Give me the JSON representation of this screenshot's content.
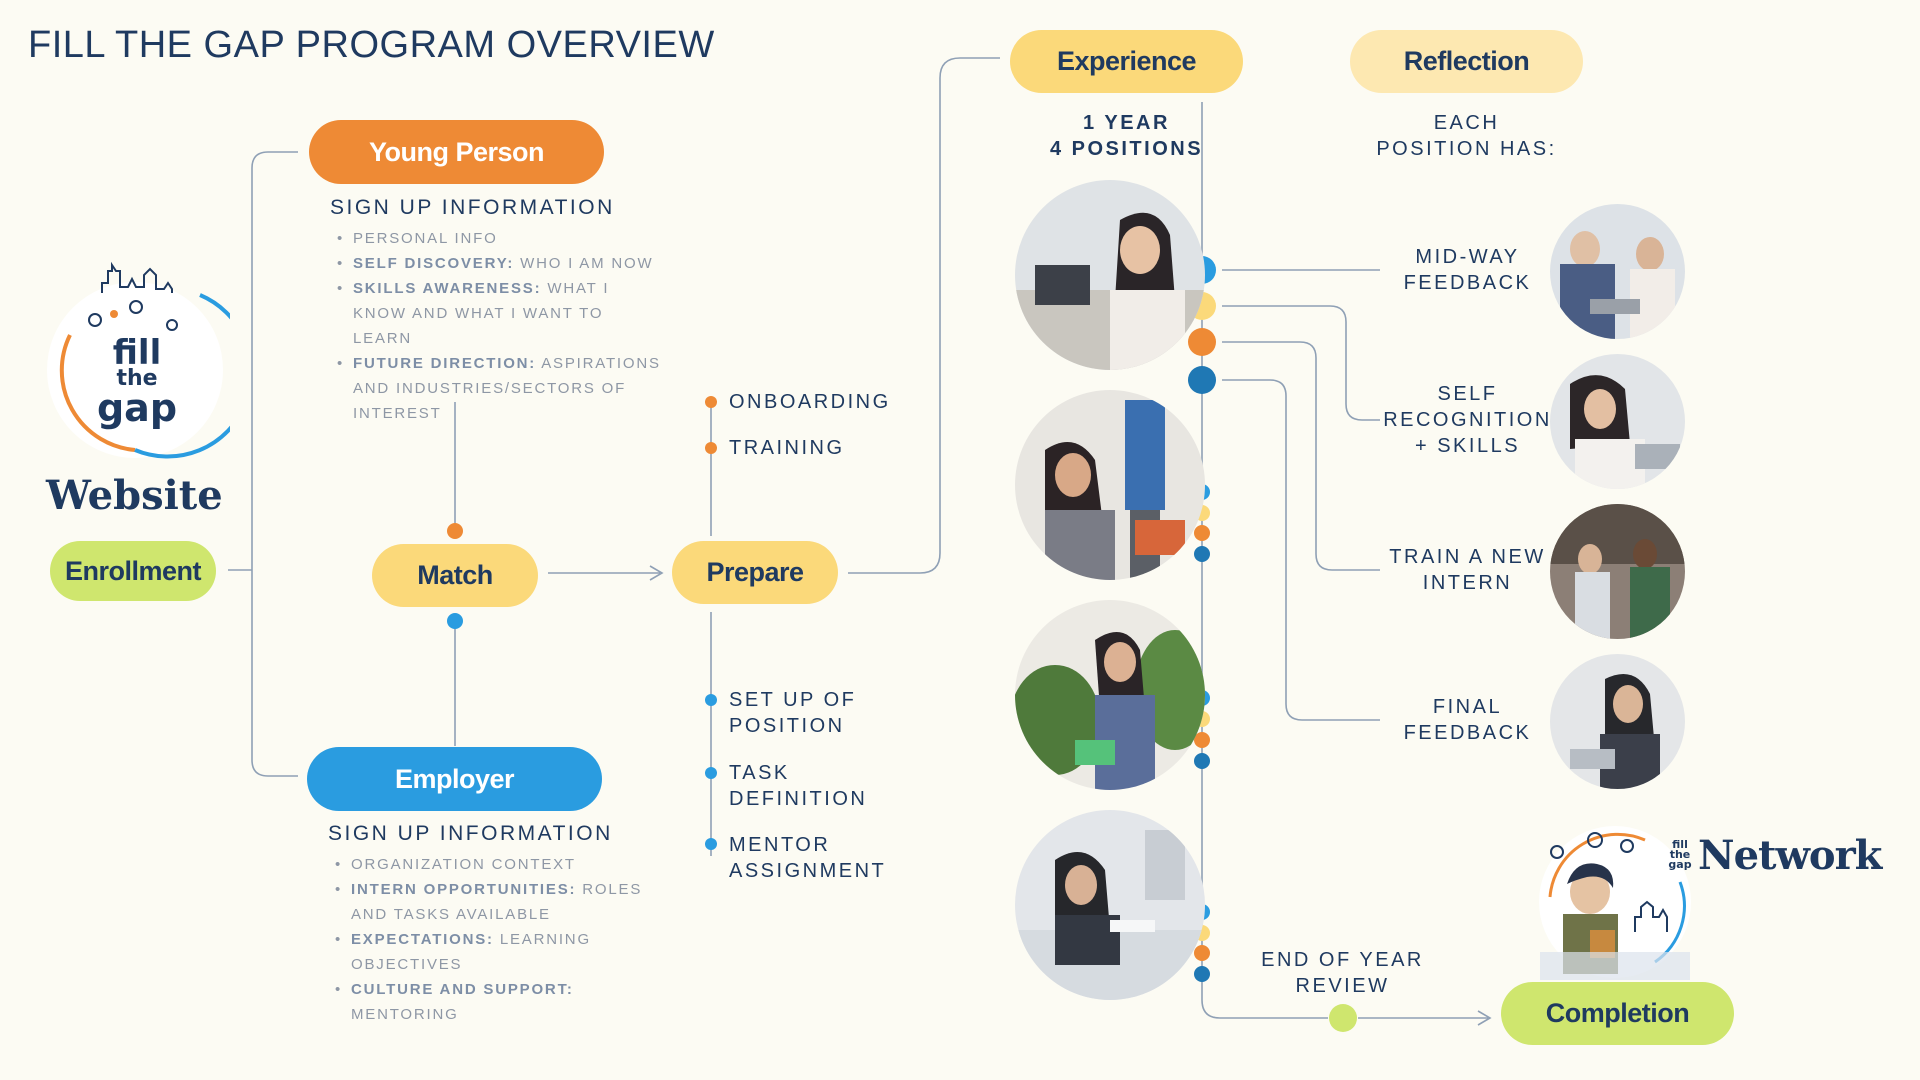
{
  "title": "FILL THE GAP PROGRAM OVERVIEW",
  "logo": {
    "text_line1": "fill",
    "text_line2": "the",
    "text_line3": "gap",
    "caption": "Website"
  },
  "network_logo": {
    "small_text": "fill the gap",
    "caption": "Network"
  },
  "nodes": {
    "enrollment": "Enrollment",
    "young_person": "Young Person",
    "employer": "Employer",
    "match": "Match",
    "prepare": "Prepare",
    "experience": "Experience",
    "reflection": "Reflection",
    "completion": "Completion"
  },
  "young_person_info": {
    "heading": "SIGN UP INFORMATION",
    "items": [
      {
        "bold": "",
        "text": "PERSONAL INFO"
      },
      {
        "bold": "SELF DISCOVERY:",
        "text": " WHO I AM NOW"
      },
      {
        "bold": "SKILLS AWARENESS:",
        "text": " WHAT I KNOW AND WHAT I WANT TO LEARN"
      },
      {
        "bold": "FUTURE DIRECTION:",
        "text": " ASPIRATIONS AND INDUSTRIES/SECTORS OF INTEREST"
      }
    ]
  },
  "employer_info": {
    "heading": "SIGN UP INFORMATION",
    "items": [
      {
        "bold": "",
        "text": "ORGANIZATION CONTEXT"
      },
      {
        "bold": "INTERN OPPORTUNITIES:",
        "text": " ROLES AND TASKS AVAILABLE"
      },
      {
        "bold": "EXPECTATIONS:",
        "text": " LEARNING OBJECTIVES"
      },
      {
        "bold": "CULTURE AND SUPPORT:",
        "text": " MENTORING"
      }
    ]
  },
  "prepare_steps": {
    "young_person": [
      "ONBOARDING",
      "TRAINING"
    ],
    "employer": [
      "SET UP OF POSITION",
      "TASK DEFINITION",
      "MENTOR ASSIGNMENT"
    ]
  },
  "experience_sub": {
    "line1": "1 YEAR",
    "line2": "4 POSITIONS"
  },
  "reflection_sub": {
    "line1": "EACH",
    "line2": "POSITION HAS:"
  },
  "reflection_items": [
    "MID-WAY FEEDBACK",
    "SELF RECOGNITION + SKILLS",
    "TRAIN A NEW INTERN",
    "FINAL FEEDBACK"
  ],
  "end_of_year": "END OF YEAR REVIEW",
  "colors": {
    "background": "#fcfbf3",
    "navy": "#1f3a60",
    "orange": "#ee8a35",
    "blue": "#2a9ce0",
    "yellow": "#fbd97a",
    "light_yellow": "#fde8b1",
    "green": "#cfe66e",
    "dark_blue_dot": "#1f78b4",
    "line": "#8fa0b5"
  }
}
